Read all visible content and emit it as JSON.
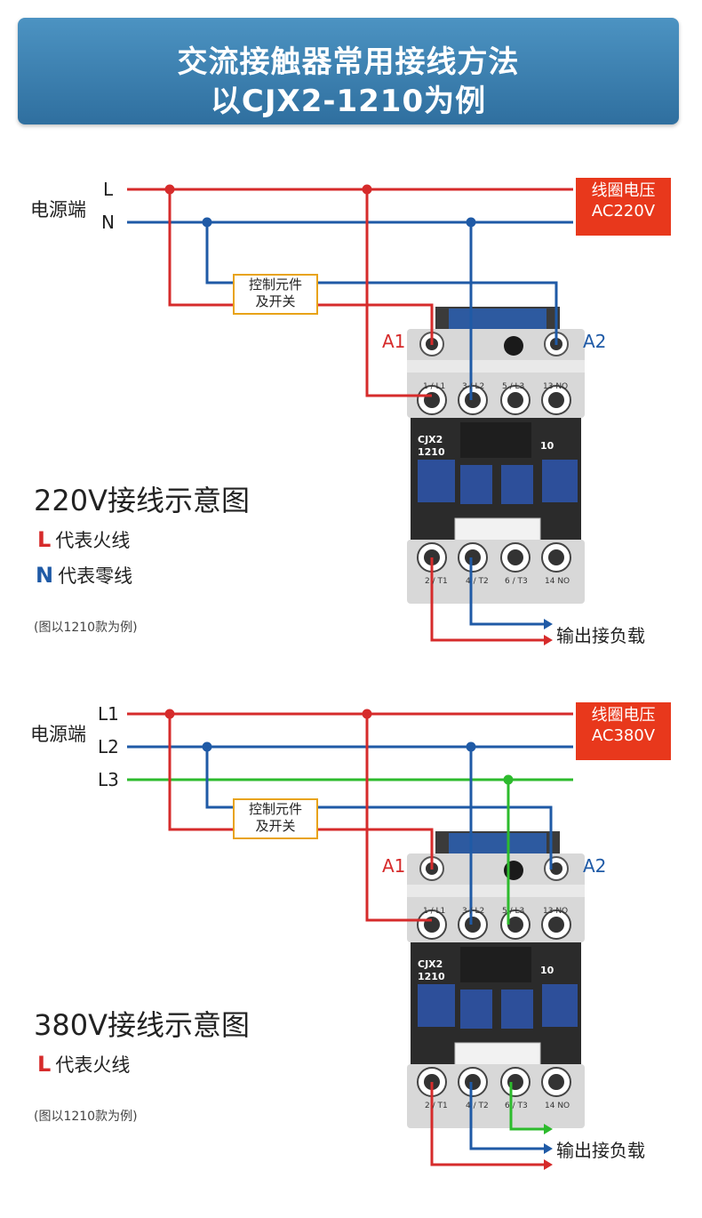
{
  "header": {
    "title_line1": "交流接触器常用接线方法",
    "title_line2": "以CJX2-1210为例"
  },
  "diagram_220": {
    "source_label": "电源端",
    "phase_labels": [
      "L",
      "N"
    ],
    "coil_voltage_line1": "线圈电压",
    "coil_voltage_line2": "AC220V",
    "control_line1": "控制元件",
    "control_line2": "及开关",
    "a1_label": "A1",
    "a2_label": "A2",
    "output_label": "输出接负载",
    "title": "220V接线示意图",
    "legend": [
      {
        "symbol": "L",
        "text": "代表火线"
      },
      {
        "symbol": "N",
        "text": "代表零线"
      }
    ],
    "note": "(图以1210款为例)",
    "contactor": {
      "model": "CJX2",
      "number": "1210",
      "aux": "10",
      "top_terminals": [
        "1 / L1",
        "3 / L2",
        "5 / L3",
        "13 NO"
      ],
      "bottom_terminals": [
        "2 / T1",
        "4 / T2",
        "6 / T3",
        "14 NO"
      ]
    }
  },
  "diagram_380": {
    "source_label": "电源端",
    "phase_labels": [
      "L1",
      "L2",
      "L3"
    ],
    "coil_voltage_line1": "线圈电压",
    "coil_voltage_line2": "AC380V",
    "control_line1": "控制元件",
    "control_line2": "及开关",
    "a1_label": "A1",
    "a2_label": "A2",
    "output_label": "输出接负载",
    "title": "380V接线示意图",
    "legend": [
      {
        "symbol": "L",
        "text": "代表火线"
      }
    ],
    "note": "(图以1210款为例)",
    "contactor": {
      "model": "CJX2",
      "number": "1210",
      "aux": "10",
      "top_terminals": [
        "1 / L1",
        "3 / L2",
        "5 / L3",
        "13 NO"
      ],
      "bottom_terminals": [
        "2 / T1",
        "4 / T2",
        "6 / T3",
        "14 NO"
      ]
    }
  },
  "colors": {
    "live_wire": "#d62b2b",
    "neutral_wire": "#1f5aa6",
    "phase3_wire": "#2dbb2d",
    "coil_box": "#e8381c",
    "control_border": "#e8a317",
    "banner": "#3a7fb0"
  }
}
